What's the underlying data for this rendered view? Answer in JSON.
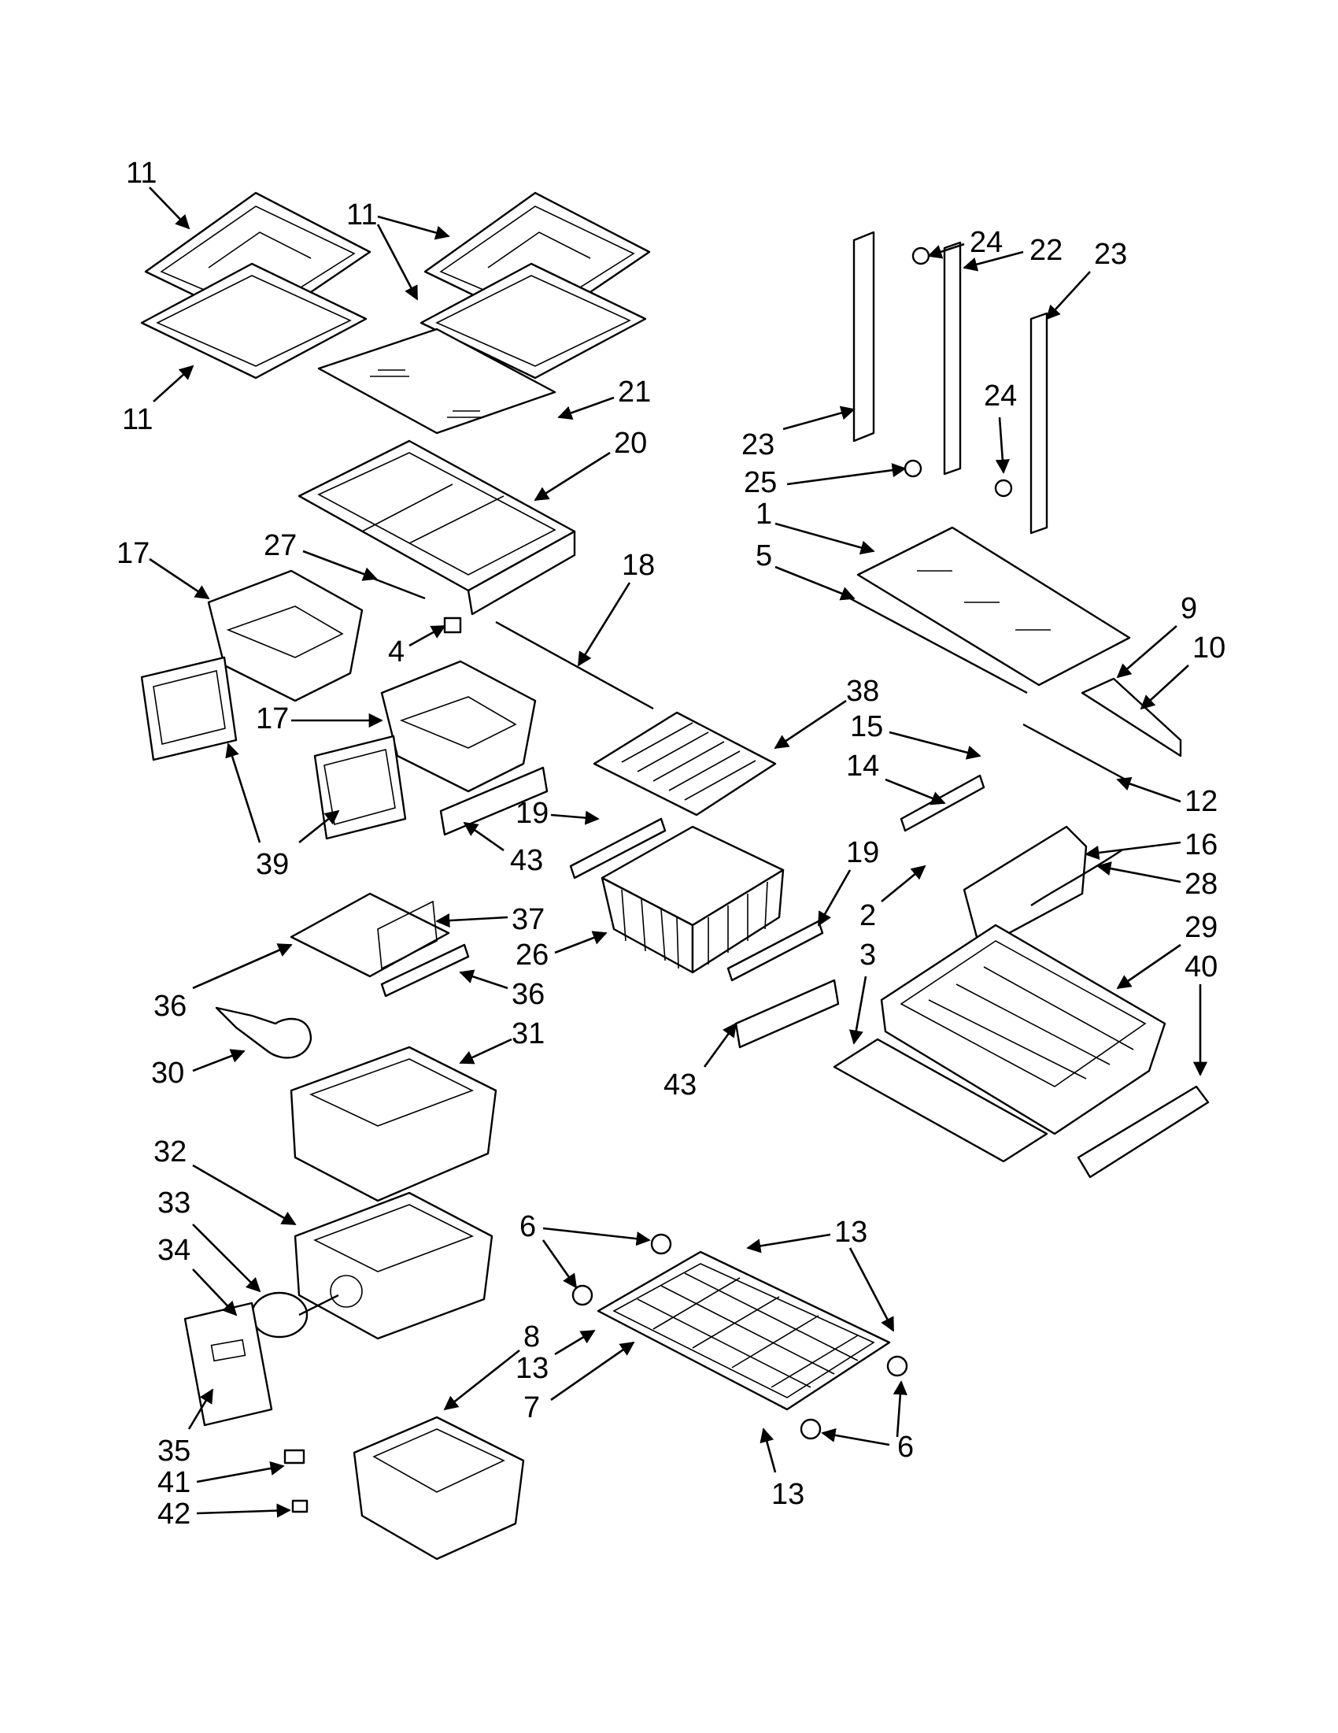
{
  "diagram": {
    "callouts": [
      "11",
      "11",
      "11",
      "11",
      "21",
      "20",
      "27",
      "17",
      "4",
      "18",
      "38",
      "17",
      "39",
      "43",
      "19",
      "37",
      "36",
      "36",
      "26",
      "30",
      "31",
      "19",
      "43",
      "24",
      "22",
      "23",
      "23",
      "24",
      "25",
      "1",
      "5",
      "9",
      "10",
      "15",
      "12",
      "14",
      "16",
      "28",
      "2",
      "3",
      "29",
      "40",
      "32",
      "33",
      "34",
      "35",
      "41",
      "42",
      "8",
      "6",
      "13",
      "13",
      "7",
      "13",
      "6",
      "13"
    ]
  }
}
